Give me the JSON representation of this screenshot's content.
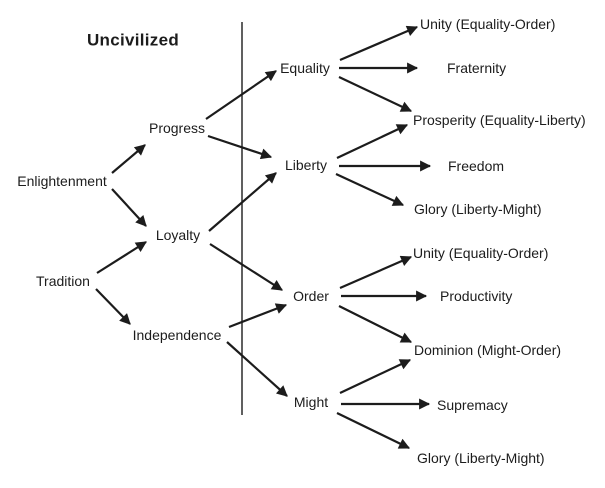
{
  "title": "Uncivilized",
  "diagram": {
    "nodes": {
      "uncivilized": {
        "label": "Uncivilized"
      },
      "enlightenment": {
        "label": "Enlightenment"
      },
      "tradition": {
        "label": "Tradition"
      },
      "progress": {
        "label": "Progress"
      },
      "loyalty": {
        "label": "Loyalty"
      },
      "independence": {
        "label": "Independence"
      },
      "equality": {
        "label": "Equality"
      },
      "liberty": {
        "label": "Liberty"
      },
      "order": {
        "label": "Order"
      },
      "might": {
        "label": "Might"
      },
      "unity1": {
        "label": "Unity (Equality-Order)"
      },
      "fraternity": {
        "label": "Fraternity"
      },
      "prosperity": {
        "label": "Prosperity (Equality-Liberty)"
      },
      "freedom": {
        "label": "Freedom"
      },
      "glory1": {
        "label": "Glory (Liberty-Might)"
      },
      "unity2": {
        "label": "Unity (Equality-Order)"
      },
      "productivity": {
        "label": "Productivity"
      },
      "dominion": {
        "label": "Dominion (Might-Order)"
      },
      "supremacy": {
        "label": "Supremacy"
      },
      "glory2": {
        "label": "Glory (Liberty-Might)"
      }
    },
    "edges": [
      {
        "from": "Enlightenment",
        "to": "Progress"
      },
      {
        "from": "Enlightenment",
        "to": "Loyalty"
      },
      {
        "from": "Tradition",
        "to": "Loyalty"
      },
      {
        "from": "Tradition",
        "to": "Independence"
      },
      {
        "from": "Progress",
        "to": "Equality"
      },
      {
        "from": "Progress",
        "to": "Liberty"
      },
      {
        "from": "Loyalty",
        "to": "Liberty"
      },
      {
        "from": "Loyalty",
        "to": "Order"
      },
      {
        "from": "Independence",
        "to": "Order"
      },
      {
        "from": "Independence",
        "to": "Might"
      },
      {
        "from": "Equality",
        "to": "Unity (Equality-Order)"
      },
      {
        "from": "Equality",
        "to": "Fraternity"
      },
      {
        "from": "Equality",
        "to": "Prosperity (Equality-Liberty)"
      },
      {
        "from": "Liberty",
        "to": "Prosperity (Equality-Liberty)"
      },
      {
        "from": "Liberty",
        "to": "Freedom"
      },
      {
        "from": "Liberty",
        "to": "Glory (Liberty-Might)"
      },
      {
        "from": "Order",
        "to": "Unity (Equality-Order)"
      },
      {
        "from": "Order",
        "to": "Productivity"
      },
      {
        "from": "Order",
        "to": "Dominion (Might-Order)"
      },
      {
        "from": "Might",
        "to": "Dominion (Might-Order)"
      },
      {
        "from": "Might",
        "to": "Supremacy"
      },
      {
        "from": "Might",
        "to": "Glory (Liberty-Might)"
      }
    ],
    "colors": {
      "ink": "#1c1c1c",
      "background": "#ffffff"
    }
  }
}
